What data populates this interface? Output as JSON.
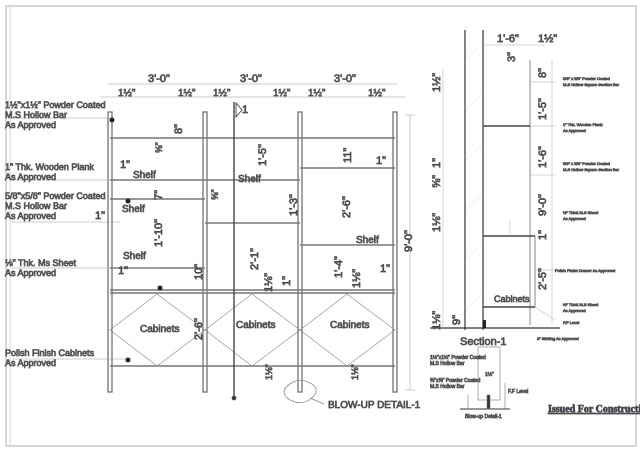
{
  "elevation": {
    "bay_widths": [
      "3'-0\"",
      "3'-0\"",
      "3'-0\""
    ],
    "post_offsets": [
      "1½\"",
      "1½\"",
      "1½\"",
      "1½\"",
      "1½\"",
      "1½\""
    ],
    "notes": [
      {
        "line1": "1½\"x1½\" Powder Coated",
        "line2": "M.S Hollow Bar",
        "line3": "As Approved"
      },
      {
        "line1": "1\" Thk. Wooden Plank",
        "line2": "As Approved",
        "line3": ""
      },
      {
        "line1": "5/8\"x5/8\" Powder Coated",
        "line2": "M.S Hollow Bar",
        "line3": "As Approved"
      },
      {
        "line1": "⅛\" Thk. Ms Sheet",
        "line2": "As Approved",
        "line3": ""
      },
      {
        "line1": "Polish Finish Cabinets",
        "line2": "As Approved",
        "line3": ""
      }
    ],
    "shelf_label": "Shelf",
    "cabinet_label": "Cabinets",
    "dimensions": [
      "8\"",
      "1\"",
      "7\"",
      "1\"",
      "1'-10\"",
      "1\"",
      "10\"",
      "2'-6\"",
      "1'-5\"",
      "1'-3\"",
      "2'-1\"",
      "1⅛\"",
      "1\"",
      "11\"",
      "1\"",
      "2'-6\"",
      "1'-4\"",
      "1⅛\"",
      "1\"",
      "1⅛\"",
      "1⅛\"",
      "⅝\"",
      "⅝\"",
      "9'-0\""
    ],
    "section_marker": "1",
    "blowup_label": "BLOW-UP DETAIL-1"
  },
  "section": {
    "title": "Section-1",
    "dimensions": [
      "1'-6\"",
      "1½\"",
      "3\"",
      "8\"",
      "1'-5\"",
      "1'-6\"",
      "9'-0\"",
      "1\"",
      "2'-5\"",
      "9\"",
      "1½\"",
      "1\"",
      "⅝\"",
      "1⅛\"",
      "1⅛\""
    ],
    "notes": [
      "5/8\" x 5/8\" Powder Coated",
      "M.S Hollow Square Section Bar",
      "1\" Thk. Wooden Plank",
      "As Approved",
      "5/8\" x 5/8\" Powder Coated",
      "M.S Hollow Square Section Bar",
      "⅛\" Thick M.S Sheet",
      "As Approved",
      "Polish Finish Drawer As Approved",
      "⅛\" Thick M.S Sheet",
      "As Approved",
      "F.F Level",
      "3\" Skirting As Approved"
    ],
    "cabinet_label": "Cabinets"
  },
  "blowup": {
    "title": "Blow-up Detail-1"
  },
  "stamp": "Issued For Construction"
}
